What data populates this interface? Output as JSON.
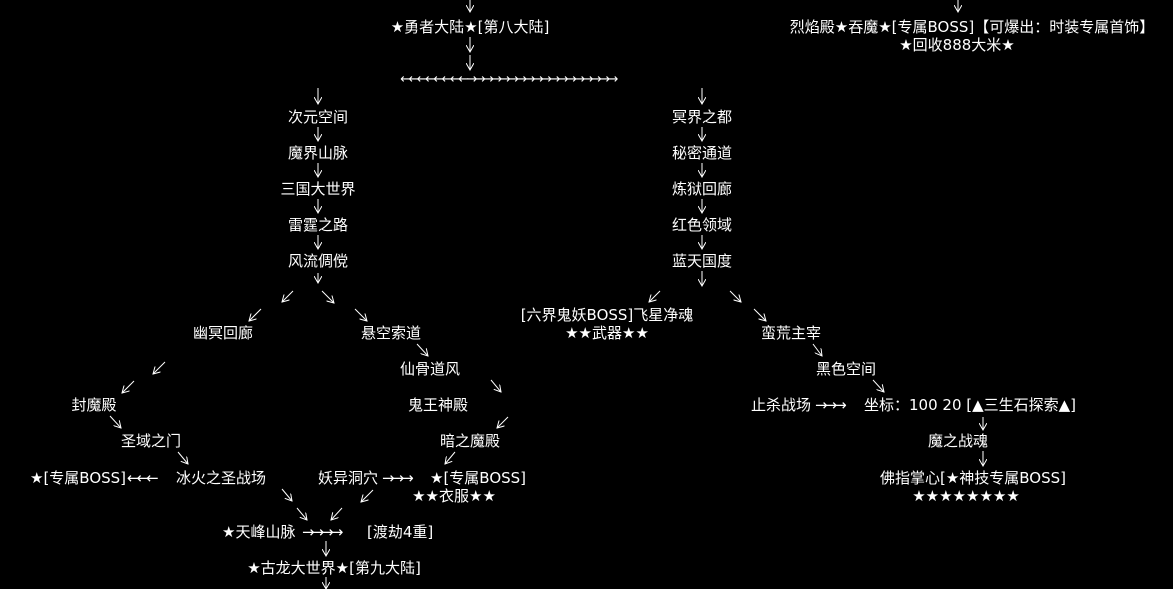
{
  "colors": {
    "background": "#000000",
    "text": "#ffffff",
    "lines": "#ffffff"
  },
  "nodes": {
    "hero": "★勇者大陆★[第八大陆]",
    "boss_top": "烈焰殿★吞魔★[专属BOSS]【可爆出：时装专属首饰】",
    "recycle": "★回收888大米★",
    "chain_arrows": "←←←←←←←←→→→→→→→→→→→→→→→→→→",
    "ciyuan": "次元空间",
    "mojie": "魔界山脉",
    "sanguo": "三国大世界",
    "leiting": "雷霆之路",
    "fengliu": "风流倜傥",
    "mingjie": "冥界之都",
    "mimi": "秘密通道",
    "lianyu": "炼狱回廊",
    "hongse": "红色领域",
    "lantian": "蓝天国度",
    "youming": "幽冥回廊",
    "xuankong": "悬空索道",
    "liujie": "[六界鬼妖BOSS]飞星净魂",
    "liujie_reward": "★★武器★★",
    "manhuang": "蛮荒主宰",
    "xiangu": "仙骨道风",
    "heise": "黑色空间",
    "fengmo": "封魔殿",
    "guiwang": "鬼王神殿",
    "zhisha": "止杀战场",
    "zhisha_arrows": "→→→",
    "zuobiao": "坐标：100 20 [▲三生石探索▲]",
    "shengyu": "圣域之门",
    "anzhi": "暗之魔殿",
    "mozhi": "魔之战魂",
    "boss_left": "★[专属BOSS]",
    "left_arrows": "←←←",
    "binghuo": "冰火之圣战场",
    "yaoyi": "妖异洞穴",
    "yaoyi_arrows": "→→→",
    "boss_mid": "★[专属BOSS]",
    "boss_mid_reward": "★★衣服★★",
    "fozhi": "佛指掌心[★神技专属BOSS]",
    "fozhi_reward": "★★★★★★★★",
    "tianfeng": "★天峰山脉",
    "tianfeng_arrows": "→→→→",
    "dujie": "[渡劫4重]",
    "gulong": "★古龙大世界★[第九大陆]"
  }
}
